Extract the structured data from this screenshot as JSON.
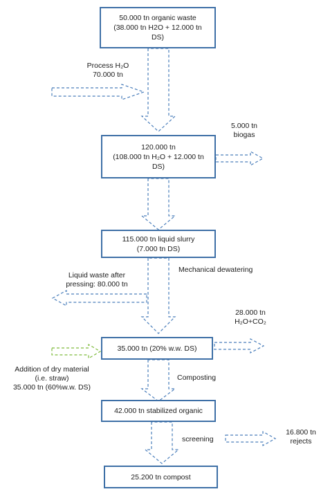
{
  "boxes": {
    "organic_waste": {
      "line1": "50.000 tn organic waste",
      "line2": "(38.000 tn H2O + 12.000 tn",
      "line3": "DS)"
    },
    "mixture": {
      "line1": "120.000 tn",
      "line2": "(108.000 tn H₂O + 12.000 tn",
      "line3": "DS)"
    },
    "slurry": {
      "line1": "115.000 tn liquid slurry",
      "line2": "(7.000 tn DS)"
    },
    "dewatered": {
      "line1": "35.000 tn (20% w.w. DS)"
    },
    "stabilized": {
      "line1": "42.000 tn stabilized organic"
    },
    "compost": {
      "line1": "25.200 tn compost"
    }
  },
  "labels": {
    "process_water": {
      "line1": "Process H₂O",
      "line2": "70.000 tn"
    },
    "biogas": {
      "line1": "5.000 tn",
      "line2": "biogas"
    },
    "mechanical_dewatering": "Mechanical dewatering",
    "liquid_waste": {
      "line1": "Liquid waste after",
      "line2": "pressing: 80.000 tn"
    },
    "water_co2": {
      "line1": "28.000 tn",
      "line2": "H₂O+CO₂"
    },
    "dry_material": {
      "line1": "Addition of dry material",
      "line2": "(i.e. straw)",
      "line3": "35.000 tn (60%w.w. DS)"
    },
    "composting": "Composting",
    "screening": "screening",
    "rejects": {
      "line1": "16.800 tn",
      "line2": "rejects"
    }
  },
  "colors": {
    "box_border": "#3d6fa6",
    "arrow": "#4a7ebb",
    "green_arrow": "#7dba3a",
    "text": "#1a1a1a"
  }
}
